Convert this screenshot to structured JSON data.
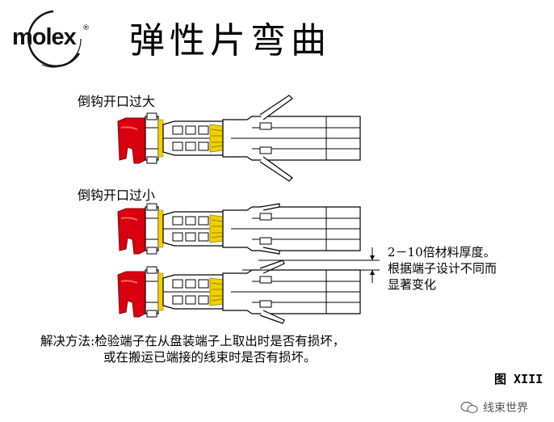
{
  "logo": {
    "text": "molex",
    "trademark": "®"
  },
  "title": "弹性片弯曲",
  "diagrams": [
    {
      "label": "倒钩开口过大"
    },
    {
      "label": "倒钩开口过小"
    },
    {
      "label": ""
    }
  ],
  "annotation": {
    "lines": [
      "2－10倍材料厚度。",
      "根据端子设计不同而",
      "显著变化"
    ]
  },
  "solution": {
    "line1": "解决方法:检验端子在从盘装端子上取出时是否有损坏，",
    "line2": "或在搬运已端接的线束时是否有损坏。"
  },
  "figure_label": "图 XIII",
  "watermark": "线束世界",
  "colors": {
    "insulation_red": "#d8000f",
    "strand_yellow": "#f2d000",
    "line": "#000000"
  }
}
